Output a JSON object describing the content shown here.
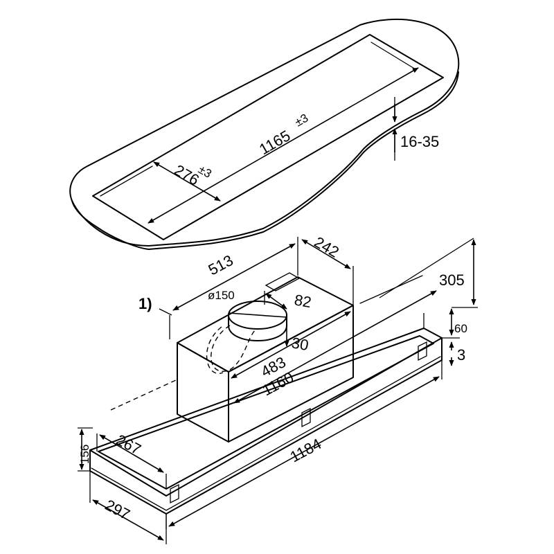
{
  "dimensions": {
    "cutout_length": "1165",
    "cutout_length_tol": "±3",
    "cutout_width": "276",
    "cutout_width_tol": "±3",
    "ceiling_thickness": "16-35",
    "motor_width": "513",
    "motor_depth": "242",
    "motor_length": "483",
    "motor_height": "305",
    "duct_diameter": "ø150",
    "duct_offset_x": "82",
    "duct_offset_y": "30",
    "inner_length": "1160",
    "unit_length": "1184",
    "inner_width": "267",
    "unit_width": "297",
    "unit_height": "156",
    "frame_height": "60",
    "lip_height": "3"
  },
  "callouts": {
    "note_1": "1)"
  }
}
